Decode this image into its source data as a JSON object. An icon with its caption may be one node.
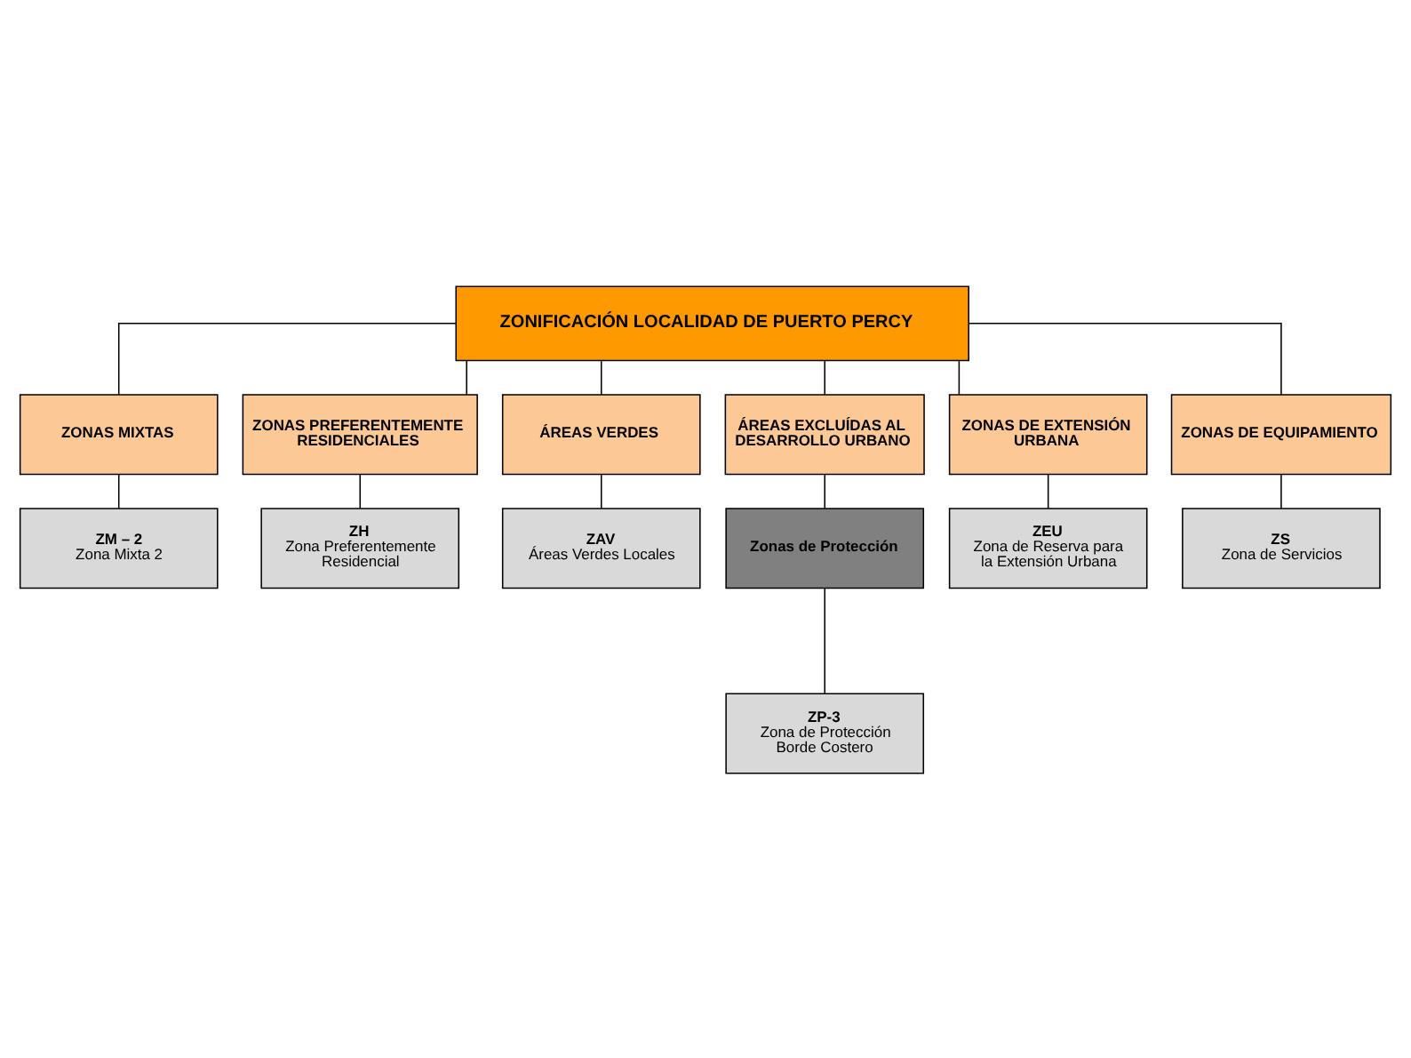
{
  "diagram": {
    "nodes": [
      {
        "text": [
          "ZONIFICACIÓN LOCALIDAD DE PUERTO PERCY"
        ]
      },
      {
        "text": [
          "ZONAS MIXTAS"
        ]
      },
      {
        "text": [
          "ZM – 2",
          "Zona Mixta 2"
        ]
      },
      {
        "text": [
          "ZONAS PREFERENTEMENTE RESIDENCIALES"
        ]
      },
      {
        "text": [
          "ZH",
          "Zona Preferentemente Residencial"
        ]
      },
      {
        "text": [
          "ÁREAS VERDES"
        ]
      },
      {
        "text": [
          "ZAV",
          "Áreas Verdes Locales"
        ]
      },
      {
        "text": [
          "ÁREAS EXCLUÍDAS AL DESARROLLO URBANO"
        ]
      },
      {
        "text": [
          "Zonas de Protección"
        ]
      },
      {
        "text": [
          "ZP-3",
          "Zona de Protección Borde Costero"
        ]
      },
      {
        "text": [
          "ZONAS DE EXTENSIÓN URBANA"
        ]
      },
      {
        "text": [
          "ZEU",
          "Zona de Reserva para la Extensión Urbana"
        ]
      },
      {
        "text": [
          "ZONAS DE EQUIPAMIENTO"
        ]
      },
      {
        "text": [
          "ZS",
          "Zona de Servicios"
        ]
      }
    ],
    "edges": [
      {
        "from": 0,
        "to": 1,
        "arrow": "none"
      },
      {
        "from": 0,
        "to": 3,
        "arrow": "none"
      },
      {
        "from": 0,
        "to": 5,
        "arrow": "none"
      },
      {
        "from": 0,
        "to": 7,
        "arrow": "none"
      },
      {
        "from": 0,
        "to": 10,
        "arrow": "none"
      },
      {
        "from": 0,
        "to": 12,
        "arrow": "none"
      },
      {
        "from": 1,
        "to": 2,
        "arrow": "none"
      },
      {
        "from": 3,
        "to": 4,
        "arrow": "none"
      },
      {
        "from": 5,
        "to": 6,
        "arrow": "none"
      },
      {
        "from": 7,
        "to": 8,
        "arrow": "none"
      },
      {
        "from": 8,
        "to": 9,
        "arrow": "none"
      },
      {
        "from": 10,
        "to": 11,
        "arrow": "none"
      },
      {
        "from": 12,
        "to": 13,
        "arrow": "none"
      }
    ]
  }
}
